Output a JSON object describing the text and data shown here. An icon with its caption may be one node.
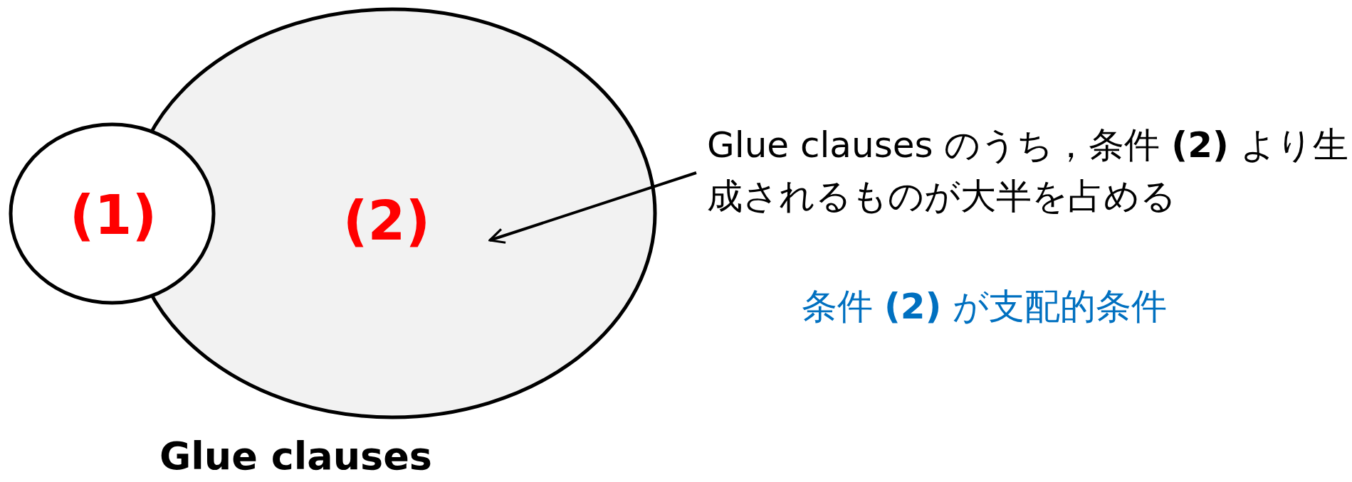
{
  "diagram": {
    "nodes": [
      {
        "text": [
          "(2)"
        ],
        "beside": [
          "Glue clauses"
        ]
      },
      {
        "text": [
          "(1)"
        ]
      },
      {
        "text": [
          "Glue clauses のうち，条件 **(2)** より生成されるものが大半を占める"
        ]
      }
    ],
    "edges": [
      {
        "from": 2,
        "to": 0,
        "arrow": "to"
      }
    ],
    "labels": [
      "条件 **(2)** が支配的条件"
    ]
  }
}
